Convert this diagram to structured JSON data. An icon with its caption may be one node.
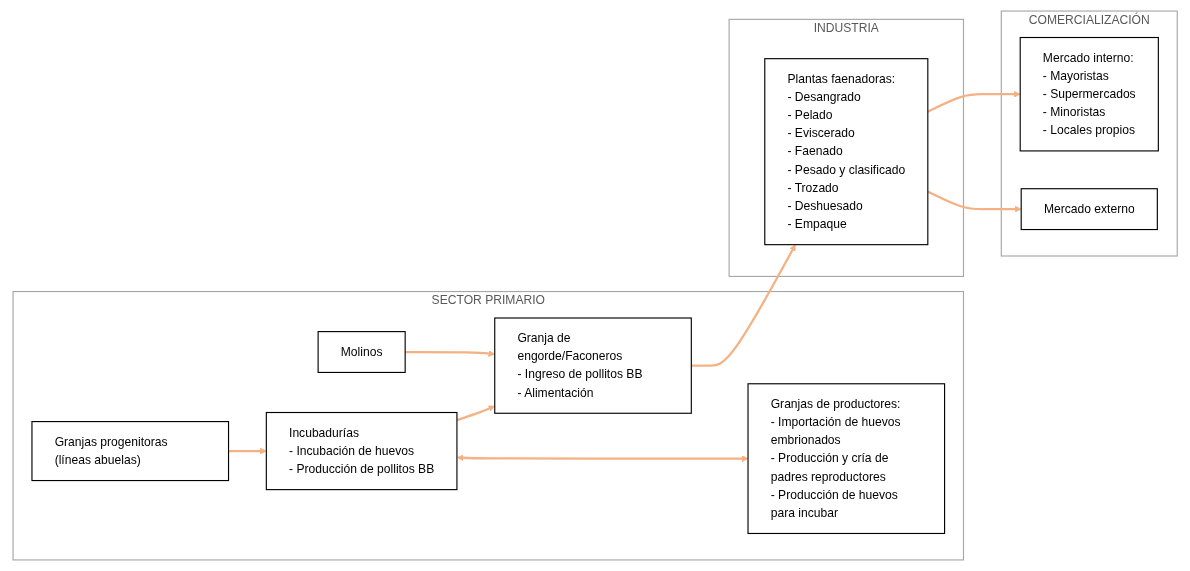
{
  "diagram": {
    "nodes": [
      {
        "text": [
          "SECTOR PRIMARIO"
        ]
      },
      {
        "text": [
          "Granjas progenitoras (líneas abuelas)"
        ],
        "in": 0
      },
      {
        "text": [
          "Incubadurías",
          "- Incubación de huevos",
          "- Producción de pollitos BB"
        ],
        "in": 0
      },
      {
        "text": [
          "Granjas de productores:",
          "- Importación de huevos embrionados",
          "- Producción y cría de padres reproductores",
          "- Producción de huevos para incubar"
        ],
        "in": 0
      },
      {
        "text": [
          "Molinos"
        ],
        "in": 0
      },
      {
        "text": [
          "Granja de engorde/Faconeros",
          "- Ingreso de pollitos BB",
          "- Alimentación"
        ],
        "in": 0
      },
      {
        "text": [
          "INDUSTRIA"
        ]
      },
      {
        "text": [
          "Plantas faenadoras:",
          "- Desangrado",
          "- Pelado",
          "- Eviscerado",
          "- Faenado",
          "- Pesado y clasificado",
          "- Trozado",
          "- Deshuesado",
          "- Empaque"
        ],
        "in": 6
      },
      {
        "text": [
          "COMERCIALIZACIÓN"
        ]
      },
      {
        "text": [
          "Mercado interno:",
          "- Mayoristas",
          "- Supermercados",
          "- Minoristas",
          "- Locales propios"
        ],
        "in": 8
      },
      {
        "text": [
          "Mercado externo"
        ],
        "in": 8
      }
    ],
    "edges": [
      {
        "from": 1,
        "to": 2,
        "arrow": "to"
      },
      {
        "from": 2,
        "to": 3,
        "arrow": "both"
      },
      {
        "from": 2,
        "to": 5,
        "arrow": "to"
      },
      {
        "from": 4,
        "to": 5,
        "arrow": "to"
      },
      {
        "from": 5,
        "to": 7,
        "arrow": "to"
      },
      {
        "from": 7,
        "to": 9,
        "arrow": "to"
      },
      {
        "from": 7,
        "to": 10,
        "arrow": "to"
      }
    ]
  }
}
